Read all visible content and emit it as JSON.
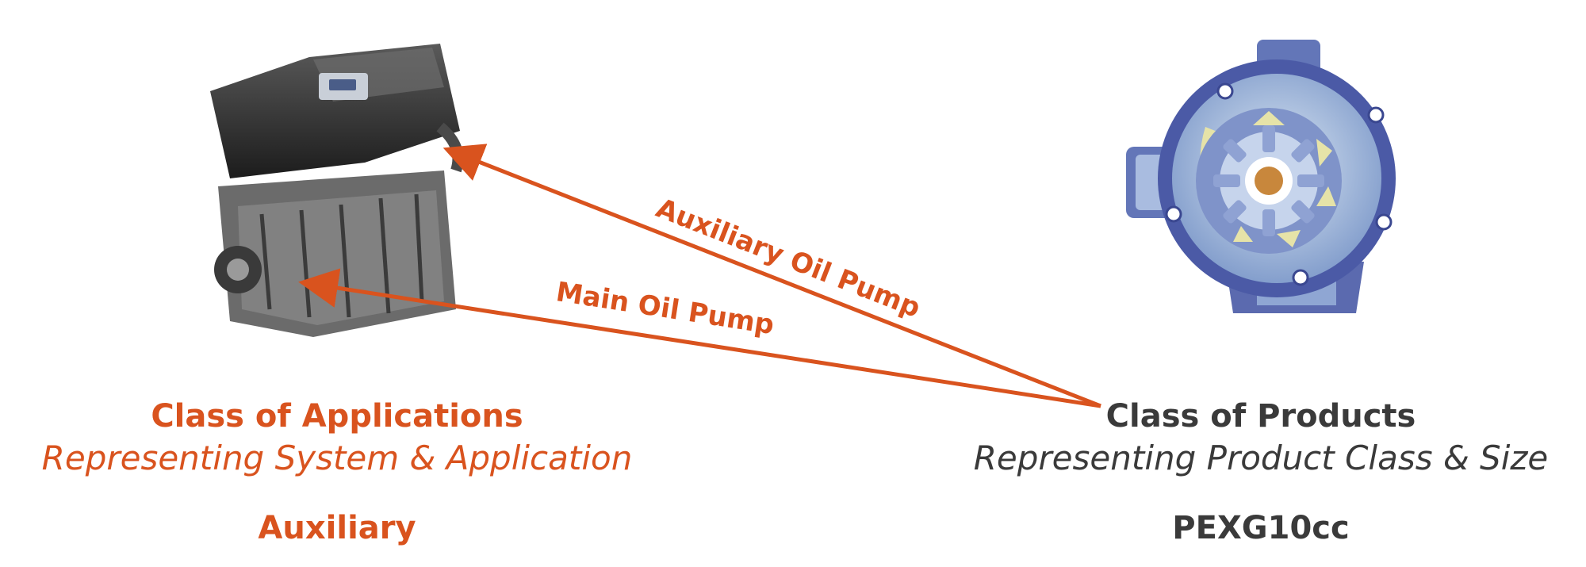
{
  "colors": {
    "accent": "#d9531e",
    "dark": "#3a3a3a",
    "engine_body": "#2e2e2e",
    "pump_blue": "#4b5aa6",
    "pump_light": "#a9c4e0",
    "pump_yellow": "#e6e3a8",
    "pump_core": "#c8873c"
  },
  "icons": {
    "engine": "engine-icon",
    "pump": "gear-pump-icon"
  },
  "arrows": {
    "auxiliary": "Auxiliary Oil Pump",
    "main": "Main Oil Pump"
  },
  "applications": {
    "heading": "Class of Applications",
    "subheading": "Representing System & Application",
    "value": "Auxiliary"
  },
  "products": {
    "heading": "Class of Products",
    "subheading": "Representing Product Class & Size",
    "value": "PEXG10cc"
  }
}
